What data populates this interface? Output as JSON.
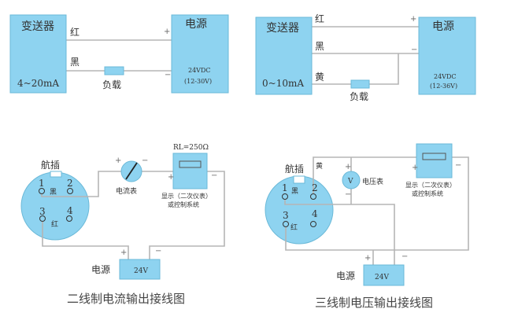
{
  "diagram_top_left": {
    "transmitter_label": "变送器",
    "range": "4~20mA",
    "wire_red": "红",
    "wire_black": "黑",
    "load_label": "负载",
    "power_label": "电源",
    "power_voltage": "24VDC",
    "power_range": "(12-30V)",
    "plus": "+",
    "minus": "−"
  },
  "diagram_top_right": {
    "transmitter_label": "变送器",
    "range": "0~10mA",
    "wire_red": "红",
    "wire_black": "黑",
    "wire_yellow": "黄",
    "load_label": "负载",
    "power_label": "电源",
    "power_voltage": "24VDC",
    "power_range": "(12-36V)",
    "plus": "+",
    "minus": "−"
  },
  "diagram_bottom_left": {
    "connector_label": "航插",
    "pins": [
      "1",
      "2",
      "3",
      "4"
    ],
    "pin1_wire": "黑",
    "pin3_wire": "红",
    "meter_label": "电流表",
    "resistance": "RL=250Ω",
    "display_line1": "显示（二次仪表）",
    "display_line2": "或控制系统",
    "power_label": "电源",
    "power_voltage": "24V",
    "plus": "+",
    "minus": "−",
    "title": "二线制电流输出接线图"
  },
  "diagram_bottom_right": {
    "connector_label": "航插",
    "pins": [
      "1",
      "2",
      "3",
      "4"
    ],
    "pin1_wire": "黑",
    "pin3_wire": "红",
    "pin2_wire": "黄",
    "meter_symbol": "V",
    "meter_label": "电压表",
    "display_line1": "显示（二次仪表）",
    "display_line2": "或控制系统",
    "power_label": "电源",
    "power_voltage": "24V",
    "plus": "+",
    "minus": "−",
    "title": "三线制电压输出接线图"
  },
  "colors": {
    "fill": "#8ed3f0",
    "wire": "#b5b5b5"
  }
}
